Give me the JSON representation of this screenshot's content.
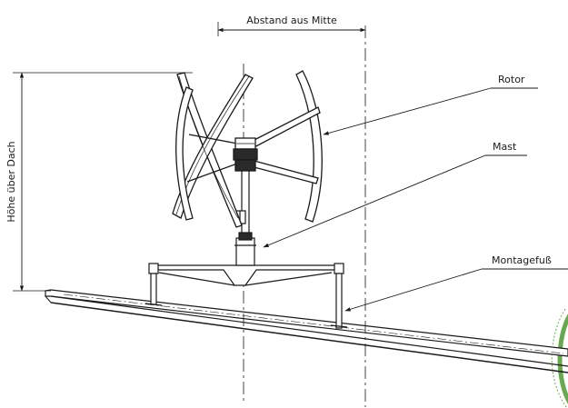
{
  "labels": {
    "distance_from_center": "Abstand aus Mitte",
    "height_above_roof": "Höhe über Dach",
    "rotor": "Rotor",
    "mast": "Mast",
    "mounting_foot": "Montagefuß"
  },
  "colors": {
    "ink": "#1a1a1a",
    "blade_fill": "#ffffff",
    "hub_dark": "#2a2a2a",
    "deco_green": "#6aa84f"
  }
}
